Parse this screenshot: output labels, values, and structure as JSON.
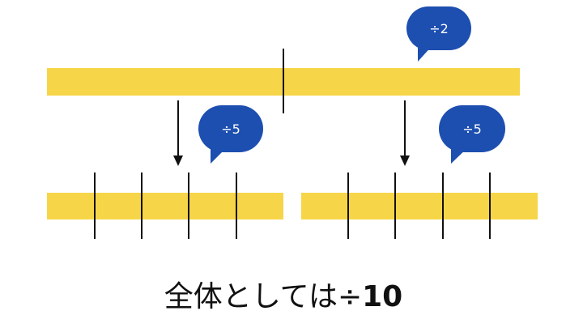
{
  "colors": {
    "bar": "#f7d548",
    "bubble": "#1d4fb0",
    "line": "#111111",
    "background": "#ffffff"
  },
  "diagram": {
    "top_bar": {
      "segments": 2
    },
    "bottom_bars": [
      {
        "segments": 5
      },
      {
        "segments": 5
      }
    ],
    "bubbles": [
      {
        "label": "÷2"
      },
      {
        "label": "÷5"
      },
      {
        "label": "÷5"
      }
    ],
    "arrows": 2
  },
  "caption": {
    "prefix": "全体としては÷",
    "number": "10"
  }
}
